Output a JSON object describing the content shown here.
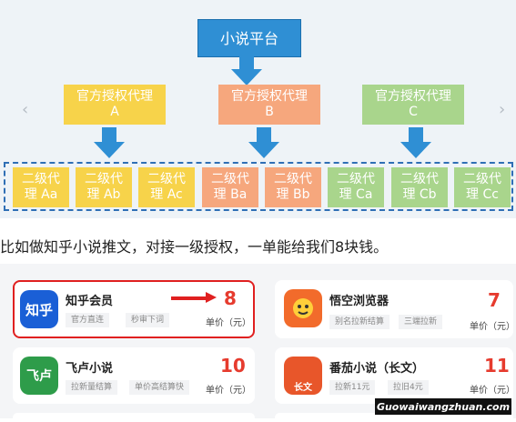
{
  "diagram": {
    "root": "小说平台",
    "agents": [
      {
        "line1": "官方授权代理",
        "line2": "A",
        "color": "#f7d34a"
      },
      {
        "line1": "官方授权代理",
        "line2": "B",
        "color": "#f6a77d"
      },
      {
        "line1": "官方授权代理",
        "line2": "C",
        "color": "#a9d58c"
      }
    ],
    "subagents": [
      {
        "line1": "二级代",
        "line2": "理 Aa"
      },
      {
        "line1": "二级代",
        "line2": "理 Ab"
      },
      {
        "line1": "二级代",
        "line2": "理 Ac"
      },
      {
        "line1": "二级代",
        "line2": "理 Ba"
      },
      {
        "line1": "二级代",
        "line2": "理 Bb"
      },
      {
        "line1": "二级代",
        "line2": "理 Ca"
      },
      {
        "line1": "二级代",
        "line2": "理 Cb"
      },
      {
        "line1": "二级代",
        "line2": "理 Cc"
      }
    ],
    "nav_prev": "‹",
    "nav_next": "›"
  },
  "caption": "比如做知乎小说推文，对接一级授权，一单能给我们8块钱。",
  "apps": [
    {
      "name": "知乎会员",
      "icon_text": "知乎",
      "icon": "zhihu-icon",
      "tags": [
        "官方直连",
        "秒审下词"
      ],
      "price": "8",
      "unit": "单价（元）"
    },
    {
      "name": "悟空浏览器",
      "icon_text": "",
      "icon": "wukong-icon",
      "tags": [
        "别名拉新结算",
        "三端拉新"
      ],
      "price": "7",
      "unit": "单价（元）"
    },
    {
      "name": "飞卢小说",
      "icon_text": "飞卢",
      "icon": "feilu-icon",
      "tags": [
        "拉新量结算",
        "单价高结算快"
      ],
      "price": "10",
      "unit": "单价（元）"
    },
    {
      "name": "番茄小说（长文）",
      "icon_text": "长文",
      "icon": "fanqie-icon",
      "tags": [
        "拉新11元",
        "拉旧4元"
      ],
      "price": "11",
      "unit": "单价（元）"
    }
  ],
  "watermark": "Guowaiwangzhuan.com"
}
